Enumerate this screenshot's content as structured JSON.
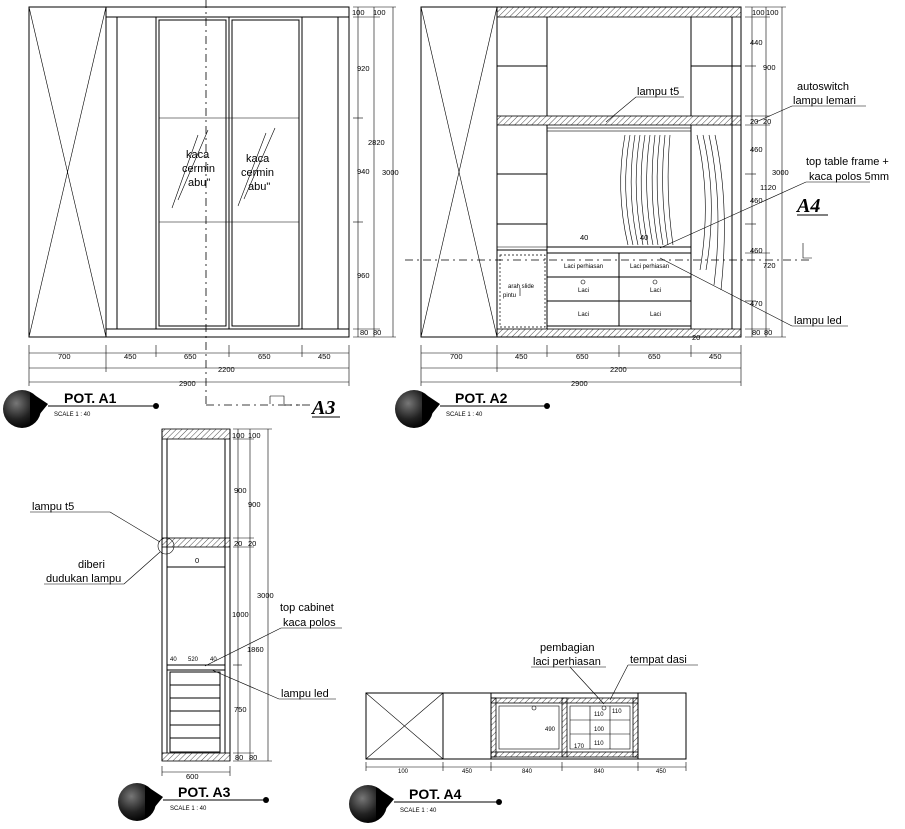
{
  "views": {
    "a1": {
      "title": "POT. A1",
      "scale": "SCALE 1 : 40",
      "glass_left": [
        "kaca",
        "cermin",
        "abu\""
      ],
      "glass_right": [
        "kaca",
        "cermin",
        "abu\""
      ],
      "dims_right": [
        "100",
        "100",
        "920",
        "2820",
        "3000",
        "940",
        "960",
        "80",
        "80"
      ],
      "dims_bottom": [
        "700",
        "450",
        "650",
        "650",
        "450",
        "2200",
        "2900"
      ]
    },
    "a2": {
      "title": "POT. A2",
      "scale": "SCALE 1 : 40",
      "labels": {
        "lampu_t5": "lampu t5",
        "autoswitch": [
          "autoswitch",
          "lampu lemari"
        ],
        "top_table": [
          "top table frame +",
          "kaca polos 5mm"
        ],
        "lampu_led": "lampu led",
        "arah_slide": [
          "arah slide",
          "pintu"
        ]
      },
      "drawers": [
        "Laci perhiasan",
        "Laci perhiasan",
        "Laci",
        "Laci",
        "Laci",
        "Laci"
      ],
      "inner_dims": [
        "40",
        "40"
      ],
      "dims_right": [
        "100",
        "100",
        "440",
        "900",
        "20",
        "20",
        "460",
        "3000",
        "1120",
        "460",
        "460",
        "720",
        "470",
        "80",
        "80"
      ],
      "dims_bottom": [
        "700",
        "450",
        "650",
        "650",
        "450",
        "2200",
        "2900"
      ],
      "callout": "A4",
      "tiny": "20"
    },
    "a3": {
      "title": "POT. A3",
      "scale": "SCALE 1 : 40",
      "labels": {
        "lampu_t5": "lampu t5",
        "diberi": [
          "diberi",
          "dudukan lampu"
        ],
        "top_cabinet": [
          "top cabinet",
          "kaca polos"
        ],
        "lampu_led": "lampu led"
      },
      "dims_right": [
        "100",
        "100",
        "900",
        "900",
        "20",
        "20",
        "3000",
        "1000",
        "1860",
        "750",
        "80",
        "80"
      ],
      "dims_bottom": [
        "600"
      ],
      "inner": [
        "40",
        "520",
        "40"
      ],
      "callout": "A3"
    },
    "a4": {
      "title": "POT. A4",
      "scale": "SCALE 1 : 40",
      "labels": {
        "pembagian": [
          "pembagian",
          "laci perhiasan"
        ],
        "tempat_dasi": "tempat dasi"
      },
      "inner": [
        "490",
        "110",
        "100",
        "110",
        "170",
        "110"
      ],
      "dims_bottom": [
        "100",
        "450",
        "840",
        "840",
        "450"
      ]
    }
  }
}
